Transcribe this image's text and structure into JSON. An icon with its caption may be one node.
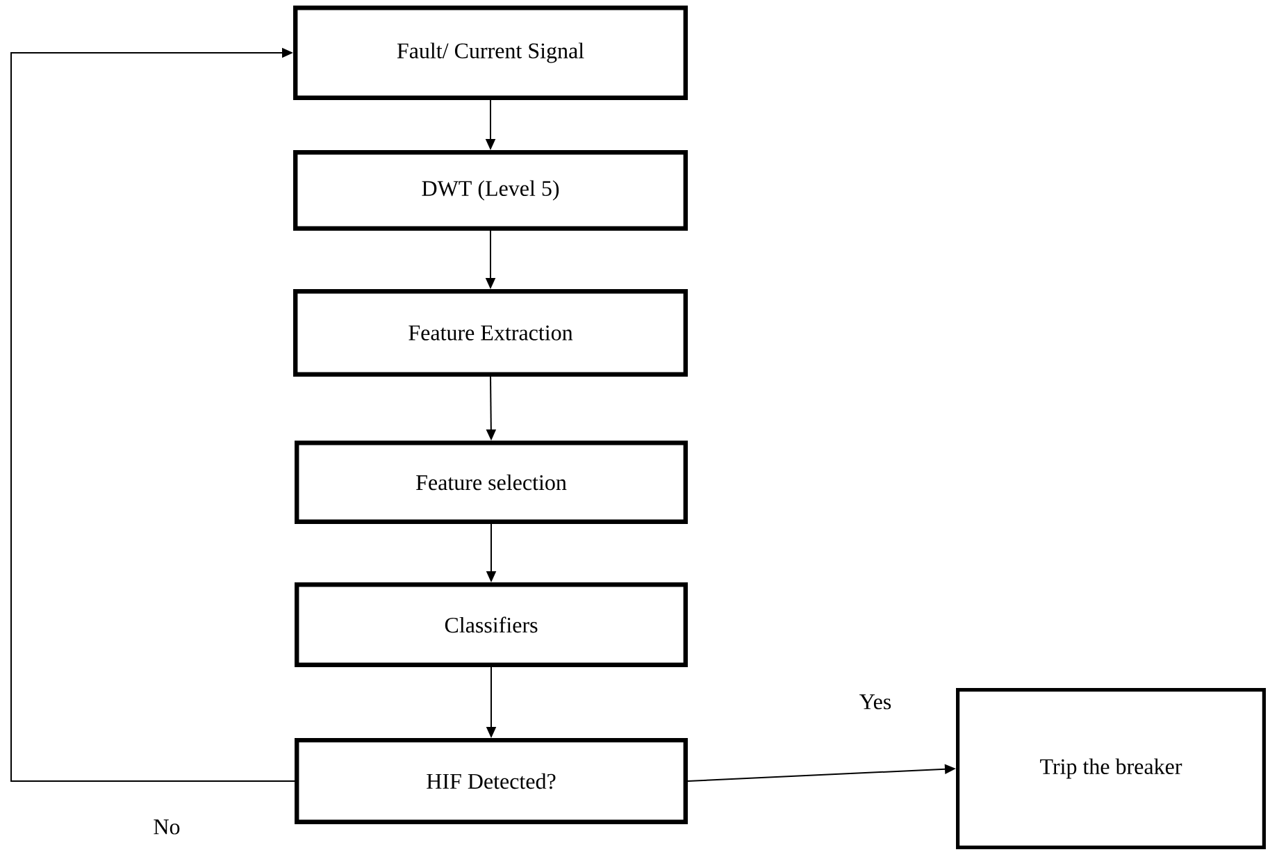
{
  "diagram": {
    "nodes": [
      {
        "text": [
          "Fault/ Current Signal"
        ]
      },
      {
        "text": [
          "DWT (Level 5)"
        ]
      },
      {
        "text": [
          "Feature Extraction"
        ]
      },
      {
        "text": [
          "Feature selection"
        ]
      },
      {
        "text": [
          "Classifiers"
        ]
      },
      {
        "text": [
          "HIF Detected?"
        ]
      },
      {
        "text": [
          "Trip the breaker"
        ]
      }
    ],
    "edges": [
      {
        "from": 0,
        "to": 1,
        "arrow": "to"
      },
      {
        "from": 1,
        "to": 2,
        "arrow": "to"
      },
      {
        "from": 2,
        "to": 3,
        "arrow": "to"
      },
      {
        "from": 3,
        "to": 4,
        "arrow": "to"
      },
      {
        "from": 4,
        "to": 5,
        "arrow": "to"
      },
      {
        "from": 5,
        "to": 6,
        "arrow": "to",
        "label": "Yes"
      },
      {
        "from": 5,
        "to": 0,
        "arrow": "to",
        "label": "No"
      }
    ]
  }
}
